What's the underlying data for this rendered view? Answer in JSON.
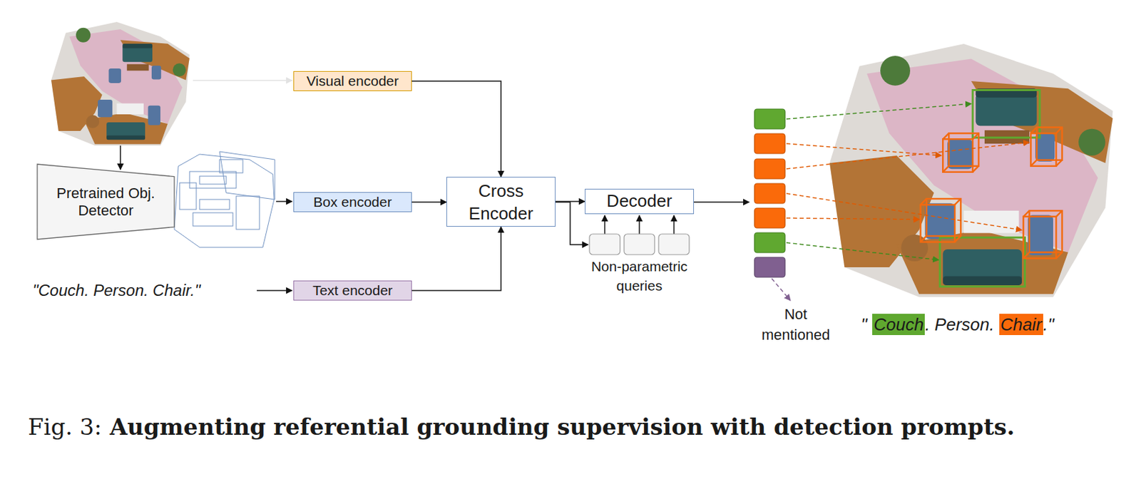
{
  "diagram": {
    "caption": "Augmenting referential grounding supervision with detection prompts.",
    "nodes": [
      {
        "text": [
          "Visual encoder"
        ]
      },
      {
        "text": [
          "Pretrained Obj. Detector"
        ]
      },
      {
        "text": [
          "Box encoder"
        ]
      },
      {
        "text": [
          "Text encoder"
        ]
      },
      {
        "text": [
          "Cross Encoder"
        ]
      },
      {
        "text": [
          "Decoder"
        ]
      }
    ],
    "edges": [
      {
        "from": 0,
        "to": 4,
        "arrow": "to"
      },
      {
        "from": 2,
        "to": 4,
        "arrow": "to"
      },
      {
        "from": 3,
        "to": 4,
        "arrow": "to"
      },
      {
        "from": 4,
        "to": 5,
        "arrow": "to"
      }
    ],
    "labels": [
      "\"Couch. Person. Chair.\"",
      "Non-parametric queries",
      "Not mentioned",
      "\"",
      "Couch",
      ". Person. ",
      "Chair",
      ".\"",
      "Fig. 3:"
    ]
  }
}
